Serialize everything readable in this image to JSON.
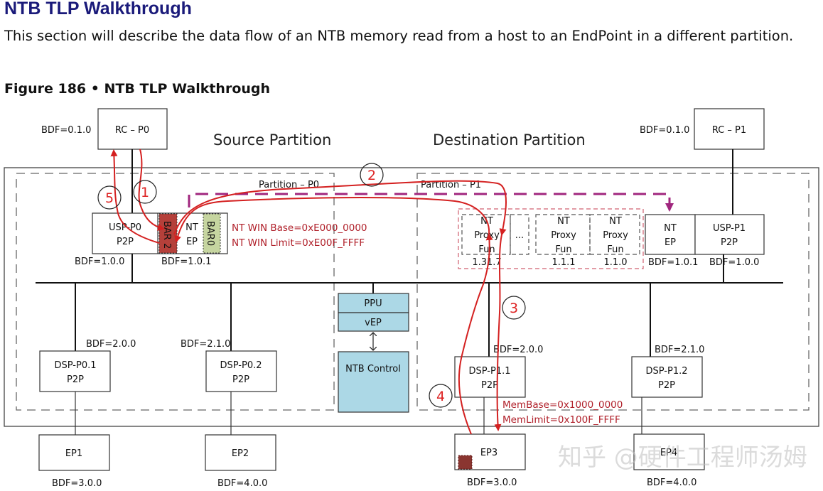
{
  "heading": "NTB TLP Walkthrough",
  "description": "This section will describe the data flow of an NTB memory read from a host to an EndPoint in a different partition.",
  "figure_caption": "Figure 186 • NTB TLP Walkthrough",
  "colors": {
    "heading": "#1a1a7a",
    "flow_arrow": "#d42020",
    "config_arrow": "#a0267e",
    "bar2_fill": "#b5403a",
    "bar0_fill": "#c6d5a0",
    "ppu_fill": "#acd8e6",
    "address_text": "#b0202a"
  },
  "partitions": {
    "source_title": "Source Partition",
    "destination_title": "Destination Partition",
    "p0_label": "Partition – P0",
    "p1_label": "Partition – P1"
  },
  "source": {
    "rc": {
      "label": "RC – P0",
      "bdf": "BDF=0.1.0"
    },
    "usp": {
      "line1": "USP-P0",
      "line2": "P2P",
      "bdf": "BDF=1.0.0"
    },
    "bar2": "BAR 2",
    "nt_ep": {
      "line1": "NT",
      "line2": "EP",
      "bdf": "BDF=1.0.1"
    },
    "bar0": "BAR0",
    "nt_win_base": "NT WIN Base=0xE000_0000",
    "nt_win_limit": "NT WIN Limit=0xE00F_FFFF",
    "dsp1": {
      "line1": "DSP-P0.1",
      "line2": "P2P",
      "bdf": "BDF=2.0.0"
    },
    "dsp2": {
      "line1": "DSP-P0.2",
      "line2": "P2P",
      "bdf": "BDF=2.1.0"
    },
    "ep1": {
      "label": "EP1",
      "bdf": "BDF=3.0.0"
    },
    "ep2": {
      "label": "EP2",
      "bdf": "BDF=4.0.0"
    }
  },
  "ppu": {
    "ppu": "PPU",
    "vep": "vEP",
    "ntb_control": "NTB Control"
  },
  "destination": {
    "rc": {
      "label": "RC – P1",
      "bdf": "BDF=0.1.0"
    },
    "proxy_funs": [
      {
        "line1": "NT",
        "line2": "Proxy",
        "line3": "Fun",
        "bdf": "1.31.7"
      },
      {
        "ellipsis": "..."
      },
      {
        "line1": "NT",
        "line2": "Proxy",
        "line3": "Fun",
        "bdf": "1.1.1"
      },
      {
        "line1": "NT",
        "line2": "Proxy",
        "line3": "Fun",
        "bdf": "1.1.0"
      }
    ],
    "nt_ep": {
      "line1": "NT",
      "line2": "EP",
      "bdf": "BDF=1.0.1"
    },
    "usp": {
      "line1": "USP-P1",
      "line2": "P2P",
      "bdf": "BDF=1.0.0"
    },
    "dsp1": {
      "line1": "DSP-P1.1",
      "line2": "P2P",
      "bdf": "BDF=2.0.0"
    },
    "dsp2": {
      "line1": "DSP-P1.2",
      "line2": "P2P",
      "bdf": "BDF=2.1.0"
    },
    "mem_base": "MemBase=0x1000_0000",
    "mem_limit": "MemLimit=0x100F_FFFF",
    "ep3": {
      "label": "EP3",
      "bdf": "BDF=3.0.0"
    },
    "ep4": {
      "label": "EP4",
      "bdf": "BDF=4.0.0"
    }
  },
  "steps": [
    "1",
    "2",
    "3",
    "4",
    "5"
  ],
  "watermark": "知乎 @硬件工程师汤姆"
}
